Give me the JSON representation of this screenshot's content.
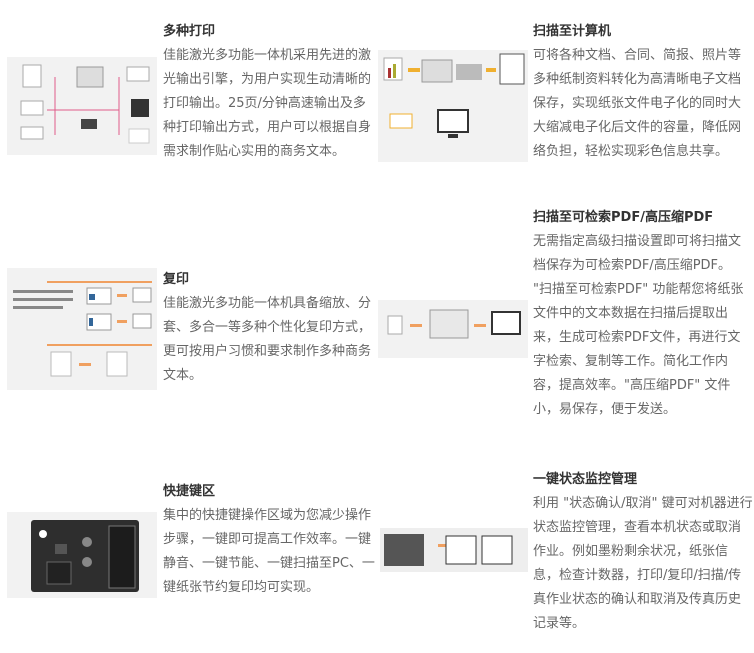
{
  "features": [
    {
      "title": "多种打印",
      "text": "佳能激光多功能一体机采用先进的激光输出引擎，为用户实现生动清晰的打印输出。25页/分钟高速输出及多种打印输出方式，用户可以根据自身需求制作贴心实用的商务文本。"
    },
    {
      "title": "复印",
      "text": "佳能激光多功能一体机具备缩放、分套、多合一等多种个性化复印方式，更可按用户习惯和要求制作多种商务文本。"
    },
    {
      "title": "快捷键区",
      "text": "集中的快捷键操作区域为您减少操作步骤，一键即可提高工作效率。一键静音、一键节能、一键扫描至PC、一键纸张节约复印均可实现。"
    },
    {
      "title": "扫描至计算机",
      "text": "可将各种文档、合同、简报、照片等多种纸制资料转化为高清晰电子文档保存，实现纸张文件电子化的同时大大缩减电子化后文件的容量，降低网络负担，轻松实现彩色信息共享。"
    },
    {
      "title": "扫描至可检索PDF/高压缩PDF",
      "text": "无需指定高级扫描设置即可将扫描文档保存为可检索PDF/高压缩PDF。 \"扫描至可检索PDF\" 功能帮您将纸张文件中的文本数据在扫描后提取出来，生成可检索PDF文件，再进行文字检索、复制等工作。简化工作内容，提高效率。\"高压缩PDF\" 文件小，易保存，便于发送。"
    },
    {
      "title": "一键状态监控管理",
      "text": "利用 \"状态确认/取消\" 键可对机器进行状态监控管理，查看本机状态或取消作业。例如墨粉剩余状况，纸张信息，检查计数器，打印/复印/扫描/传真作业状态的确认和取消及传真历史记录等。"
    }
  ]
}
